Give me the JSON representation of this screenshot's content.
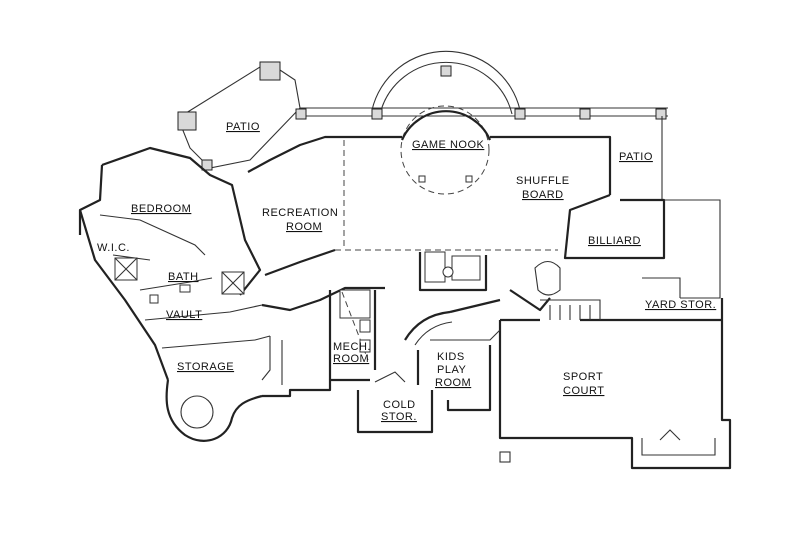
{
  "plan": {
    "rooms": {
      "patio_upper": "PATIO",
      "game_nook": "GAME NOOK",
      "patio_right": "PATIO",
      "shuffle_1": "SHUFFLE",
      "shuffle_2": "BOARD",
      "bedroom": "BEDROOM",
      "wic": "W.I.C.",
      "recreation_1": "RECREATION",
      "recreation_2": "ROOM",
      "billiard": "BILLIARD",
      "bath": "BATH",
      "vault": "VAULT",
      "yard_stor": "YARD STOR.",
      "mech_1": "MECH.",
      "mech_2": "ROOM",
      "kids_1": "KIDS",
      "kids_2": "PLAY",
      "kids_3": "ROOM",
      "storage": "STORAGE",
      "sport_1": "SPORT",
      "sport_2": "COURT",
      "cold_1": "COLD",
      "cold_2": "STOR."
    }
  }
}
